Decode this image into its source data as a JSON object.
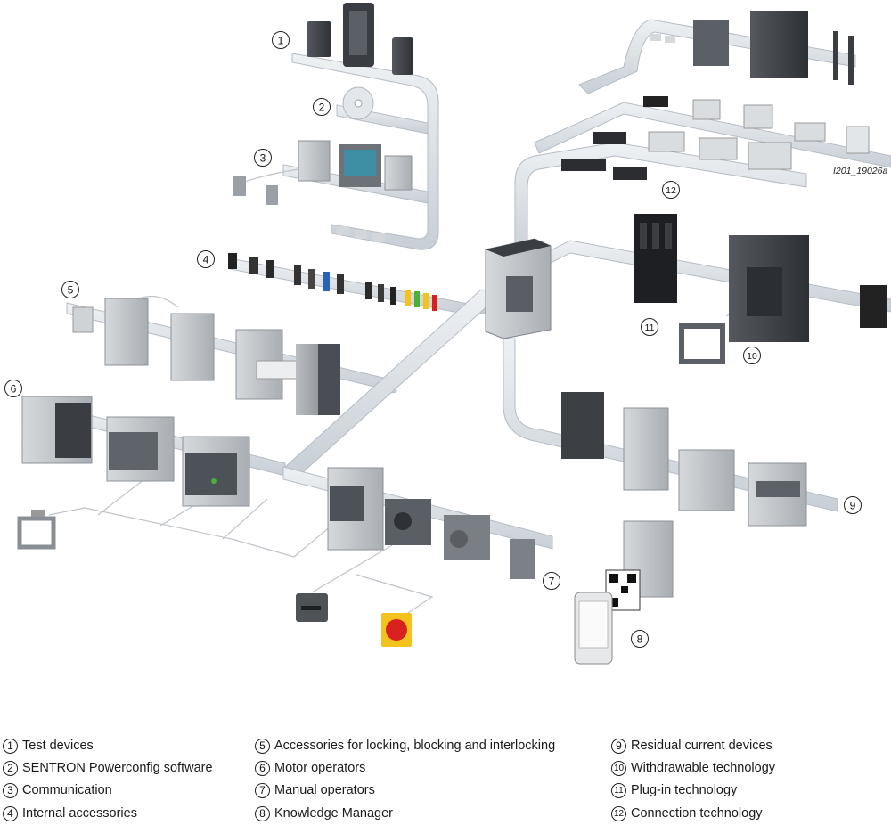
{
  "diagram": {
    "figure_id": "I201_19026a",
    "callouts": [
      "1",
      "2",
      "3",
      "4",
      "5",
      "6",
      "7",
      "8",
      "9",
      "10",
      "11",
      "12"
    ]
  },
  "legend": [
    {
      "num": "1",
      "label": "Test devices"
    },
    {
      "num": "2",
      "label": "SENTRON Powerconfig software"
    },
    {
      "num": "3",
      "label": "Communication"
    },
    {
      "num": "4",
      "label": "Internal accessories"
    },
    {
      "num": "5",
      "label": "Accessories for locking, blocking and interlocking"
    },
    {
      "num": "6",
      "label": "Motor operators"
    },
    {
      "num": "7",
      "label": "Manual operators"
    },
    {
      "num": "8",
      "label": "Knowledge Manager"
    },
    {
      "num": "9",
      "label": "Residual current devices"
    },
    {
      "num": "10",
      "label": "Withdrawable technology"
    },
    {
      "num": "11",
      "label": "Plug-in technology"
    },
    {
      "num": "12",
      "label": "Connection technology"
    }
  ],
  "colors": {
    "track": "#dfe3e8",
    "track_edge": "#b9c0c8",
    "device_light": "#c9ccd0",
    "device_dark": "#3f4247",
    "device_black": "#1d1e20",
    "accent_red": "#d8201f",
    "accent_yellow": "#f3c21c",
    "accent_blue": "#2a62b4",
    "accent_green": "#4caf3a"
  }
}
